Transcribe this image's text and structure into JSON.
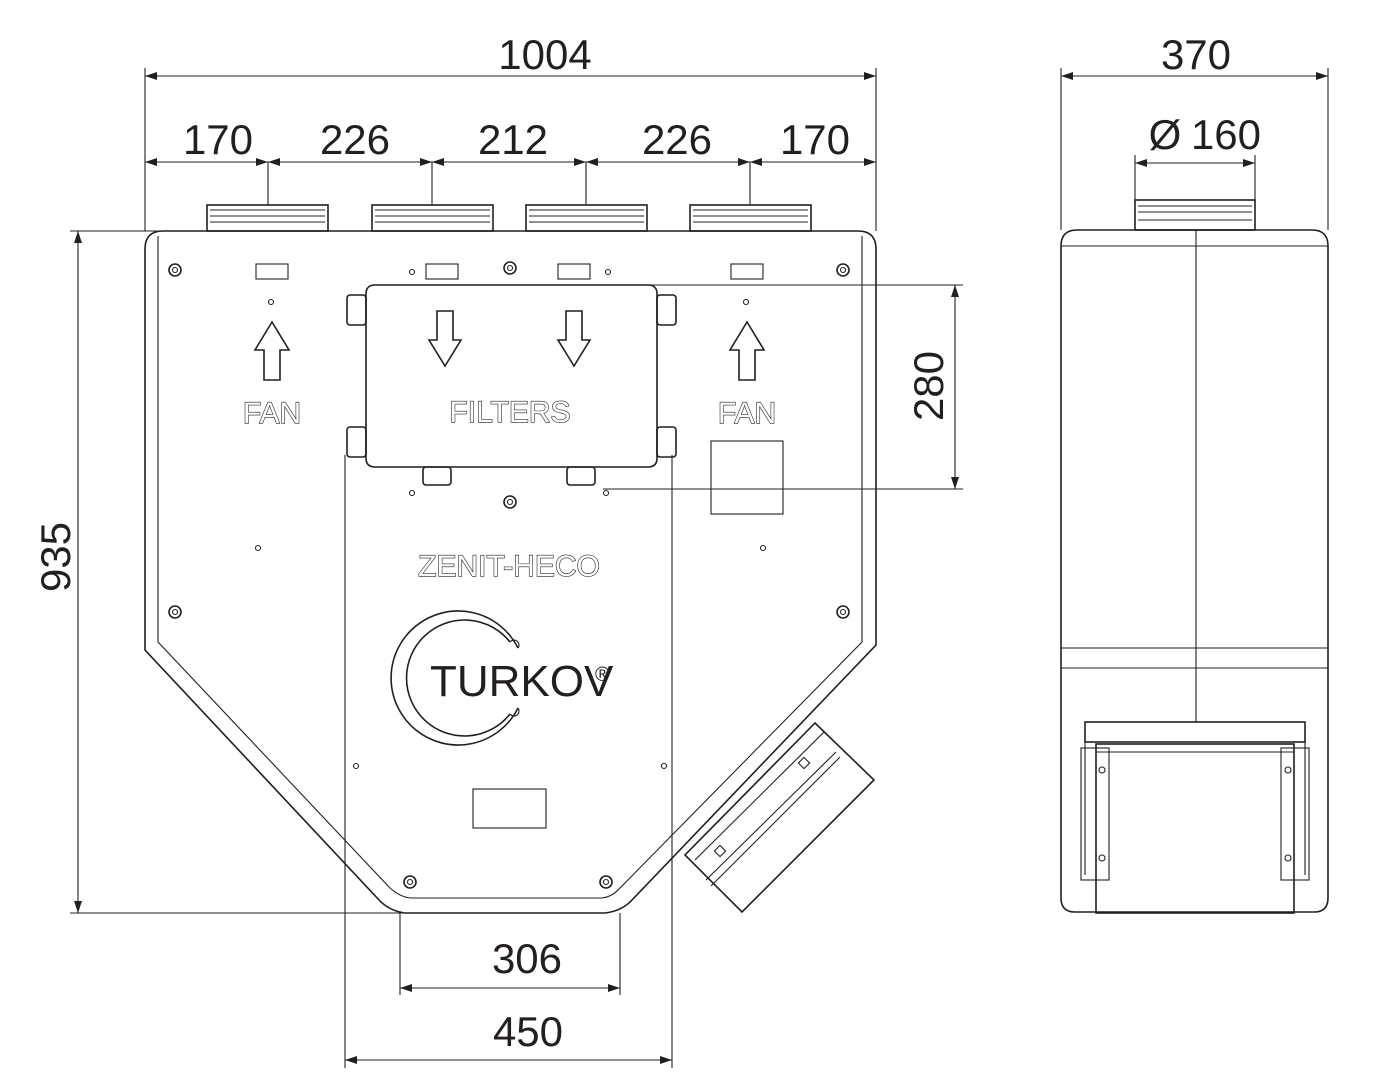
{
  "front_view": {
    "overall_width": "1004",
    "segments": [
      "170",
      "226",
      "212",
      "226",
      "170"
    ],
    "overall_height": "935",
    "filter_height": "280",
    "bottom_inner_width": "306",
    "bottom_outer_width": "450",
    "labels": {
      "fan_left": "FAN",
      "filters": "FILTERS",
      "fan_right": "FAN",
      "model": "ZENIT-HECO",
      "brand": "TURKOV",
      "registered_mark": "®"
    }
  },
  "side_view": {
    "overall_width": "370",
    "duct_diameter": "160",
    "diameter_symbol": "Ø"
  },
  "colors": {
    "line": "#231f20",
    "background": "#ffffff"
  }
}
